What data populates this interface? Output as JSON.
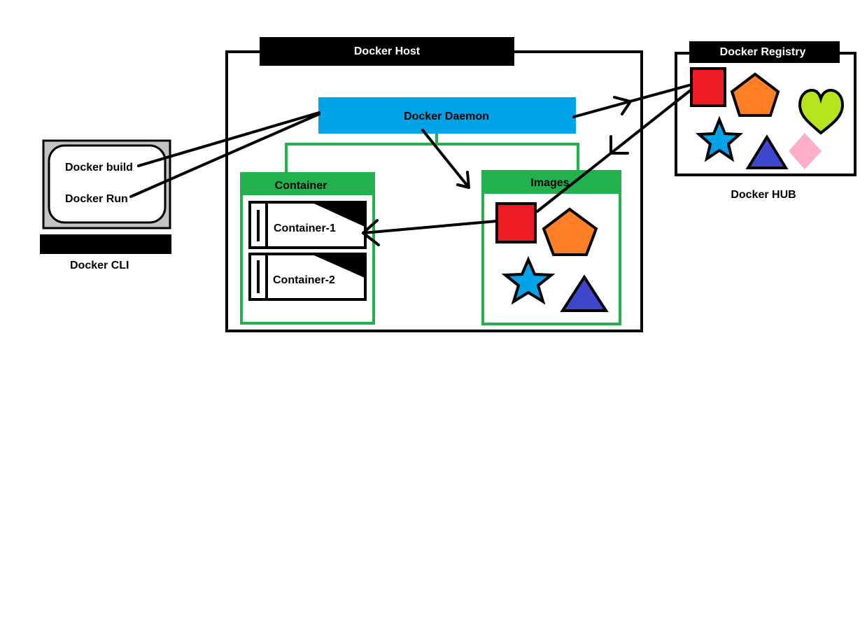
{
  "cli": {
    "build_label": "Docker build",
    "run_label": "Docker Run",
    "caption": "Docker CLI"
  },
  "host": {
    "title": "Docker Host",
    "daemon_label": "Docker Daemon",
    "container_panel_title": "Container",
    "containers": [
      {
        "label": "Container-1"
      },
      {
        "label": "Container-2"
      }
    ],
    "images_panel_title": "Images"
  },
  "registry": {
    "title": "Docker Registry",
    "caption": "Docker HUB"
  },
  "colors": {
    "black": "#000000",
    "daemon_blue": "#00A2E8",
    "green": "#22B14C",
    "red": "#ED1C24",
    "orange": "#FF7F27",
    "blue_star": "#00A2E8",
    "indigo": "#3F48CC",
    "lime": "#B5E61D",
    "pink": "#FFAEC9",
    "cli_gray": "#C3C3C3"
  },
  "icons": {
    "square": "red-square-icon",
    "pentagon": "orange-pentagon-icon",
    "star": "blue-star-icon",
    "triangle": "indigo-triangle-icon",
    "heart": "lime-heart-icon",
    "diamond": "pink-diamond-icon"
  }
}
